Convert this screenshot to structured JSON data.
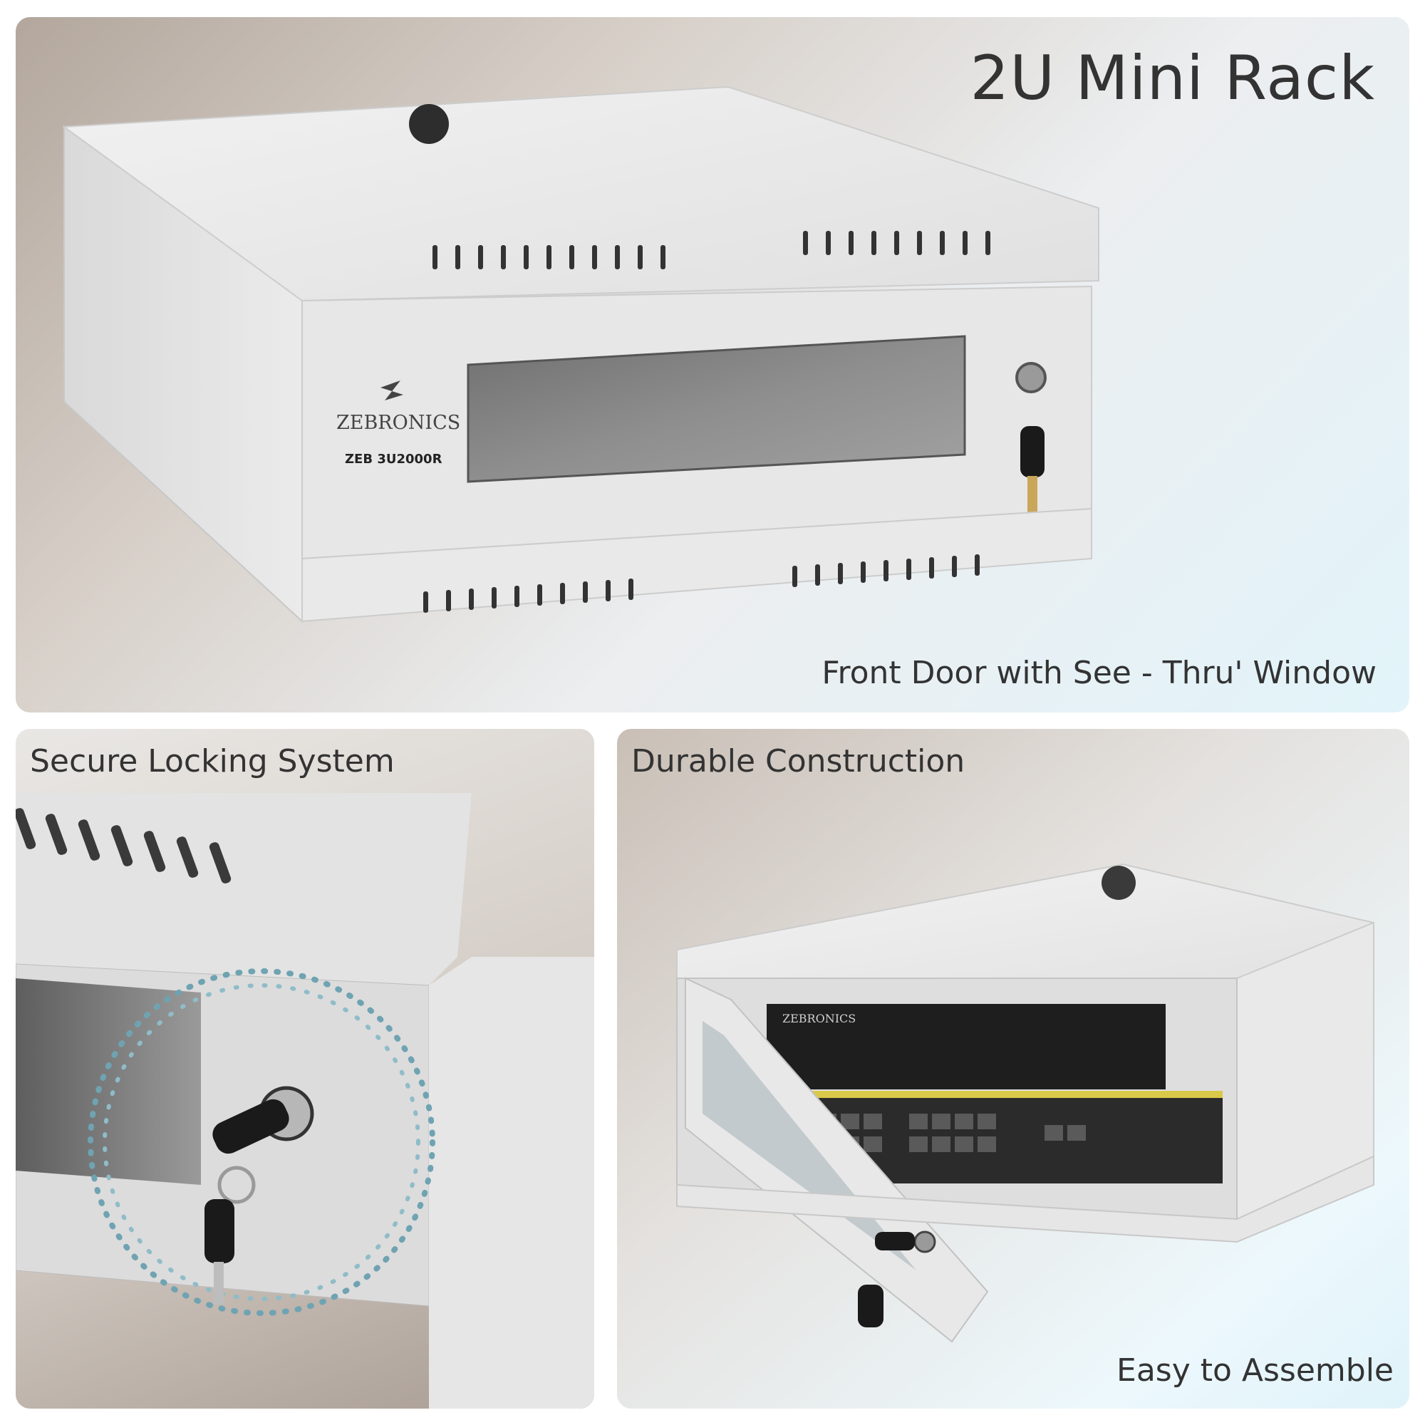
{
  "top_panel": {
    "title": "2U Mini Rack",
    "caption": "Front Door with See - Thru' Window",
    "brand_logo_text": "ZEBRONICS",
    "model_label": "ZEB 3U2000R"
  },
  "bottom_left_panel": {
    "caption": "Secure Locking System"
  },
  "bottom_right_panel": {
    "caption": "Durable Construction",
    "caption_bottom": "Easy to Assemble",
    "device_brand_text": "ZEBRONICS"
  },
  "colors": {
    "cabinet_body": "#e4e4e4",
    "cabinet_shade": "#cfcfcf",
    "window_glass": "#7c7c7c",
    "key_black": "#1a1a1a",
    "lock_highlight_dots": "#6fa3b2",
    "caption_text": "#333333"
  }
}
